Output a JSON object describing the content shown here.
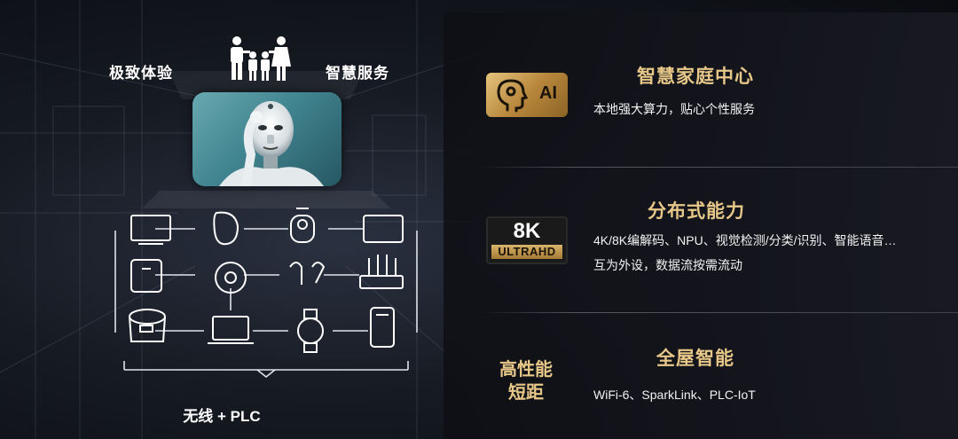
{
  "left": {
    "label_left": "极致体验",
    "label_right": "智慧服务",
    "bottom_label": "无线 + PLC",
    "icons": [
      "family-icon",
      "robot-image",
      "tv-icon",
      "speaker-icon",
      "camera-icon",
      "tablet-icon",
      "scale-icon",
      "robot-vacuum-icon",
      "earbuds-icon",
      "router-icon",
      "rice-cooker-icon",
      "laptop-icon",
      "smartwatch-icon",
      "purifier-icon"
    ]
  },
  "sections": [
    {
      "title": "智慧家庭中心",
      "badge_text": "AI",
      "desc": [
        "本地强大算力，贴心个性服务"
      ]
    },
    {
      "title": "分布式能力",
      "badge_top": "8K",
      "badge_bottom": "ULTRAHD",
      "desc": [
        "4K/8K编解码、NPU、视觉检测/分类/识别、智能语音…",
        "互为外设，数据流按需流动"
      ]
    },
    {
      "title": "全屋智能",
      "badge_text": "高性能短距",
      "badge_lines": [
        "高性能",
        "短距"
      ],
      "desc": [
        "WiFi-6、SparkLink、PLC-IoT"
      ]
    }
  ],
  "colors": {
    "accent_gold": "#e8c889",
    "panel": "#15161c"
  }
}
